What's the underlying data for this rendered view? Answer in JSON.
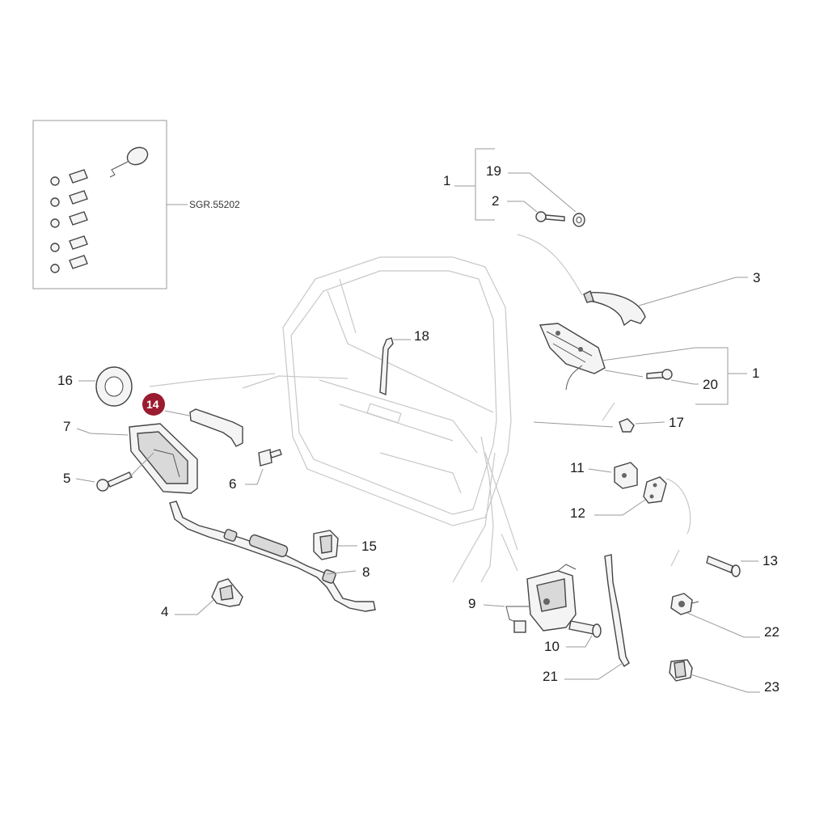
{
  "kit": {
    "code": "SGR.55202"
  },
  "highlight": {
    "number": "14",
    "color": "#9b1b30"
  },
  "callouts": {
    "c1a": "1",
    "c19": "19",
    "c2": "2",
    "c3": "3",
    "c18": "18",
    "c1b": "1",
    "c20": "20",
    "c16": "16",
    "c7": "7",
    "c5": "5",
    "c6": "6",
    "c17": "17",
    "c11": "11",
    "c12": "12",
    "c15": "15",
    "c8": "8",
    "c13": "13",
    "c4": "4",
    "c9": "9",
    "c10": "10",
    "c22": "22",
    "c21": "21",
    "c23": "23"
  }
}
